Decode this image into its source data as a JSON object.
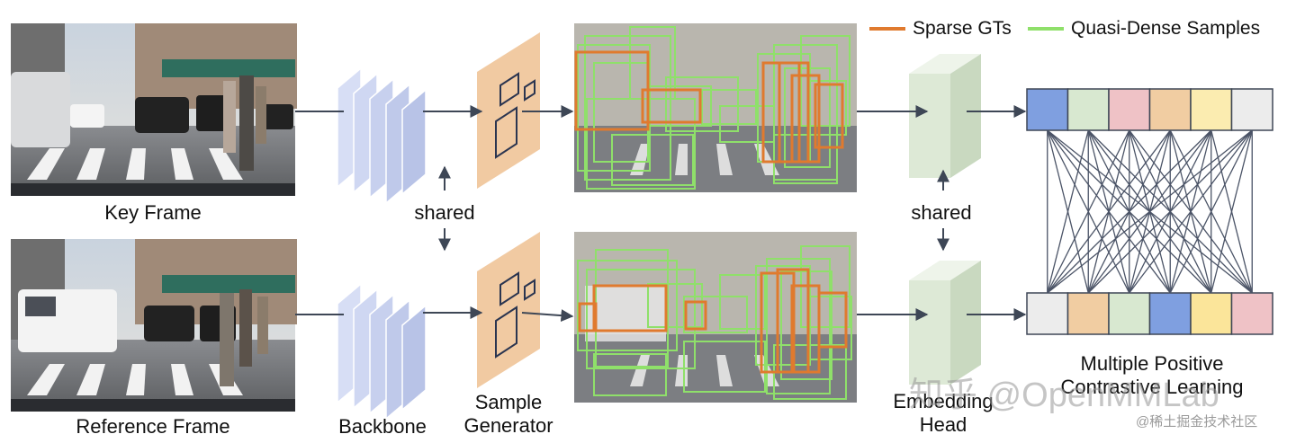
{
  "labels": {
    "key_frame": "Key Frame",
    "reference_frame": "Reference Frame",
    "shared_left": "shared",
    "shared_right": "shared",
    "backbone": "Backbone",
    "sample_generator_line1": "Sample",
    "sample_generator_line2": "Generator",
    "embedding_head_line1": "Embedding",
    "embedding_head_line2": "Head",
    "mpcl_line1": "Multiple Positive",
    "mpcl_line2": "Contrastive Learning"
  },
  "legend": {
    "sparse_gts": "Sparse GTs",
    "quasi_dense": "Quasi-Dense Samples"
  },
  "watermark": {
    "main": "知乎 @OpenMMLab",
    "corner": "@稀土掘金技术社区"
  },
  "colors": {
    "sparse_gt": "#e07a2e",
    "quasi_dense": "#8fe06a",
    "backbone_layer": "#cdd6f2",
    "generator": "#f1caa2",
    "embedding_head": "#dde9d6",
    "arrow": "#3e4756",
    "embedding_cells_top": [
      "#7f9fe0",
      "#d8e8d0",
      "#efc2c6",
      "#f1cda2",
      "#fbecb0",
      "#ececec"
    ],
    "embedding_cells_bottom": [
      "#ececec",
      "#f1cda2",
      "#d8e8d0",
      "#7f9fe0",
      "#fbe59a",
      "#efc2c6"
    ]
  }
}
